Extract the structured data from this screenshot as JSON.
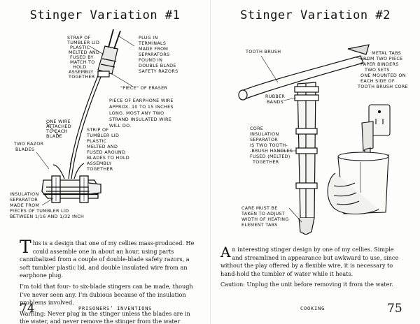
{
  "left": {
    "title": "Stinger Variation #1",
    "labels": {
      "strap": [
        "STRAP OF",
        "TUMBLER LID",
        "PLASTIC",
        "MELTED AND",
        "FUSED BY",
        "MATCH TO",
        "HOLD",
        "ASSEMBLY",
        "TOGETHER"
      ],
      "plug": [
        "PLUG IN",
        "TERMINALS",
        "MADE FROM",
        "SEPARATORS",
        "FOUND IN",
        "DOUBLE BLADE",
        "SAFETY RAZORS"
      ],
      "eraser": [
        "\"PIECE\" OF ERASER"
      ],
      "earphone": [
        "PIECE OF EARPHONE WIRE",
        "APPROX. 10 TO 15 INCHES",
        "LONG. MOST ANY TWO",
        "STRAND INSULATED WIRE",
        "WILL DO."
      ],
      "one_wire": [
        "ONE WIRE",
        "ATTACHED",
        "TO EACH",
        "BLADE"
      ],
      "strip": [
        "STRIP OF",
        "TUMBLER LID",
        "PLASTIC",
        "MELTED AND",
        "FUSED AROUND",
        "BLADES TO HOLD",
        "ASSEMBLY",
        "TOGETHER"
      ],
      "razor": [
        "TWO RAZOR",
        "BLADES"
      ],
      "insulation": [
        "INSULATION",
        "SEPARATOR",
        "MADE FROM",
        "PIECES OF TUMBLER LID",
        "BETWEEN 1/16 AND 1/32 INCH"
      ]
    },
    "paragraphs": [
      {
        "dropcap": "T",
        "text": "his is a design that one of my cellies mass-produced. He could assemble one in about an hour, using parts cannibalized from a couple of double-blade safety razors, a soft tumbler plastic lid, and double insulated wire from an earphone plug."
      },
      {
        "text": "I’m told that four- to six-blade stingers can be made, though I’ve never seen any. I’m dubious because of the insulation problems involved."
      },
      {
        "text": "Warning: Never plug in the stinger unless the blades are in the water, and never remove the stinger from the water while it’s plugged in, or it could blow up!"
      }
    ],
    "page_number": "74",
    "running_head": "PRISONERS’ INVENTIONS"
  },
  "right": {
    "title": "Stinger Variation #2",
    "labels": {
      "toothbrush": [
        "TOOTH BRUSH"
      ],
      "metal_tabs": [
        "METAL TABS",
        "FROM TWO PIECE",
        "PAPER BINDERS",
        "TWO SETS",
        "ONE MOUNTED ON",
        "EACH SIDE OF",
        "TOOTH BRUSH CORE"
      ],
      "rubber": [
        "RUBBER",
        "BANDS"
      ],
      "core": [
        "CORE",
        "INSULATION",
        "SEPARATOR",
        "IS TWO TOOTH-",
        "-BRUSH HANDLES",
        "FUSED (MELTED)",
        "TOGETHER"
      ],
      "care": [
        "CARE MUST BE",
        "TAKEN TO ADJUST",
        "WIDTH OF HEATING",
        "ELEMENT TABS"
      ]
    },
    "paragraphs": [
      {
        "dropcap": "A",
        "text": "n interesting stinger design by one of my cellies. Simple and streamlined in appearance but awkward to use, since without the play offered by a flexible wire, it is necessary to hand-hold the tumbler of water while it heats."
      },
      {
        "text": "Caution: Unplug the unit before removing it from the water."
      }
    ],
    "page_number": "75",
    "running_head": "COOKING"
  }
}
